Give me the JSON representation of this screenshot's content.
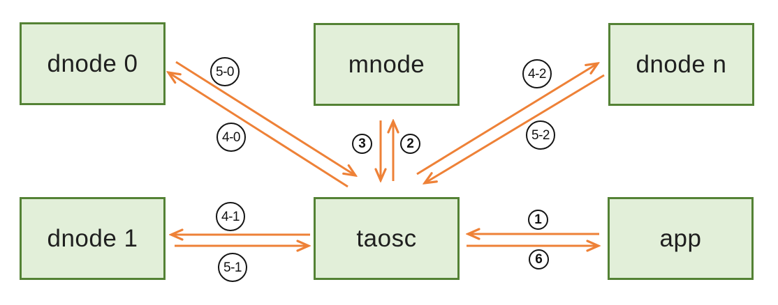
{
  "diagram": {
    "description": "Architecture message-flow diagram between app, taosc, mnode and dnodes",
    "nodes": [
      {
        "id": "dnode0",
        "label": "dnode 0"
      },
      {
        "id": "mnode",
        "label": "mnode"
      },
      {
        "id": "dnoden",
        "label": "dnode n"
      },
      {
        "id": "dnode1",
        "label": "dnode 1"
      },
      {
        "id": "taosc",
        "label": "taosc"
      },
      {
        "id": "app",
        "label": "app"
      }
    ],
    "steps": [
      {
        "label": "5-0",
        "from": "dnode 0",
        "to": "taosc"
      },
      {
        "label": "4-0",
        "from": "taosc",
        "to": "dnode 0"
      },
      {
        "label": "3",
        "from": "mnode",
        "to": "taosc"
      },
      {
        "label": "2",
        "from": "taosc",
        "to": "mnode"
      },
      {
        "label": "4-2",
        "from": "taosc",
        "to": "dnode n"
      },
      {
        "label": "5-2",
        "from": "dnode n",
        "to": "taosc"
      },
      {
        "label": "4-1",
        "from": "taosc",
        "to": "dnode 1"
      },
      {
        "label": "5-1",
        "from": "dnode 1",
        "to": "taosc"
      },
      {
        "label": "1",
        "from": "app",
        "to": "taosc"
      },
      {
        "label": "6",
        "from": "taosc",
        "to": "app"
      }
    ],
    "colors": {
      "node_fill": "#e2efd9",
      "node_border": "#548235",
      "arrow_color": "#ee8137"
    }
  }
}
